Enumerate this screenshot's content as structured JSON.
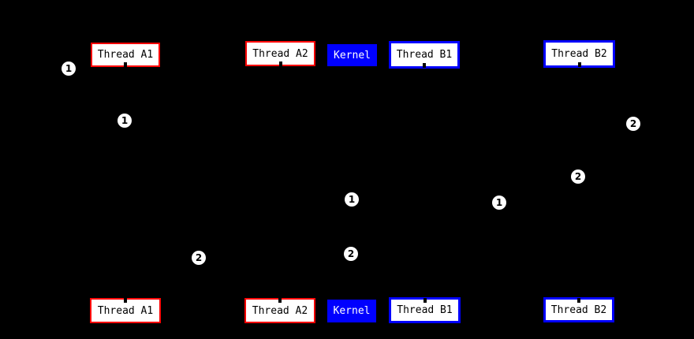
{
  "diagram_type": "sequence-diagram",
  "colors": {
    "background": "#000000",
    "thread_a_accent": "#ff0000",
    "thread_b_accent": "#0000ff",
    "kernel_fill": "#0000ff",
    "box_fill": "#ffffff",
    "box_text": "#000000",
    "kernel_text": "#ffffff",
    "badge_fill": "#ffffff",
    "badge_text": "#000000"
  },
  "participants": [
    {
      "label": "Thread A1",
      "accent": "red"
    },
    {
      "label": "Thread A2",
      "accent": "red"
    },
    {
      "label": "Kernel",
      "accent": "blue-filled"
    },
    {
      "label": "Thread B1",
      "accent": "blue"
    },
    {
      "label": "Thread B2",
      "accent": "blue"
    }
  ],
  "sequence_badges": [
    {
      "label": "1"
    },
    {
      "label": "1"
    },
    {
      "label": "2"
    },
    {
      "label": "2"
    },
    {
      "label": "1"
    },
    {
      "label": "1"
    },
    {
      "label": "2"
    },
    {
      "label": "2"
    }
  ]
}
